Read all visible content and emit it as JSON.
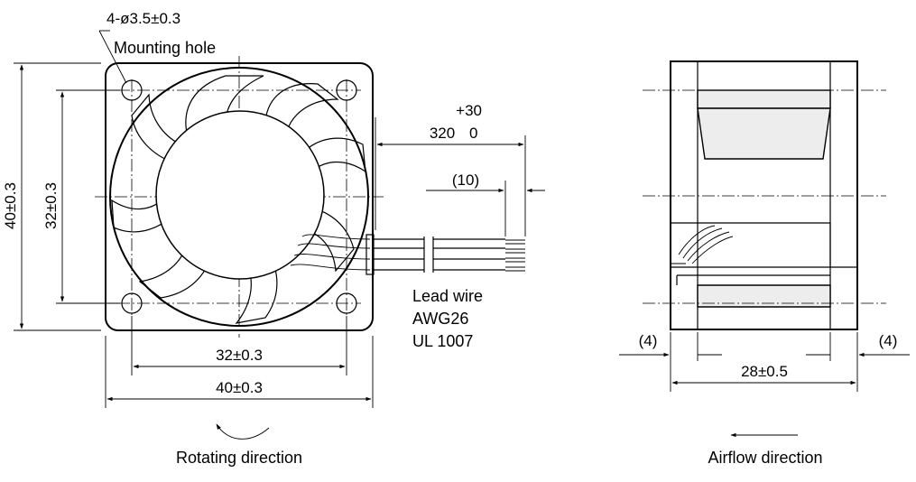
{
  "front_view": {
    "mounting_hole_spec": "4-ø3.5±0.3",
    "mounting_hole_label": "Mounting hole",
    "outer_height_dim": "40±0.3",
    "hole_pitch_height_dim": "32±0.3",
    "hole_pitch_width_dim": "32±0.3",
    "outer_width_dim": "40±0.3",
    "rotating_direction_label": "Rotating direction"
  },
  "lead_wire": {
    "length_tolerance_upper": "+30",
    "length_nominal": "320",
    "length_tolerance_lower": "0",
    "strip_length": "(10)",
    "label_line1": "Lead wire",
    "label_line2": "AWG26",
    "label_line3": "UL 1007"
  },
  "side_view": {
    "left_flange_dim": "(4)",
    "right_flange_dim": "(4)",
    "depth_dim": "28±0.5",
    "airflow_direction_label": "Airflow direction"
  }
}
